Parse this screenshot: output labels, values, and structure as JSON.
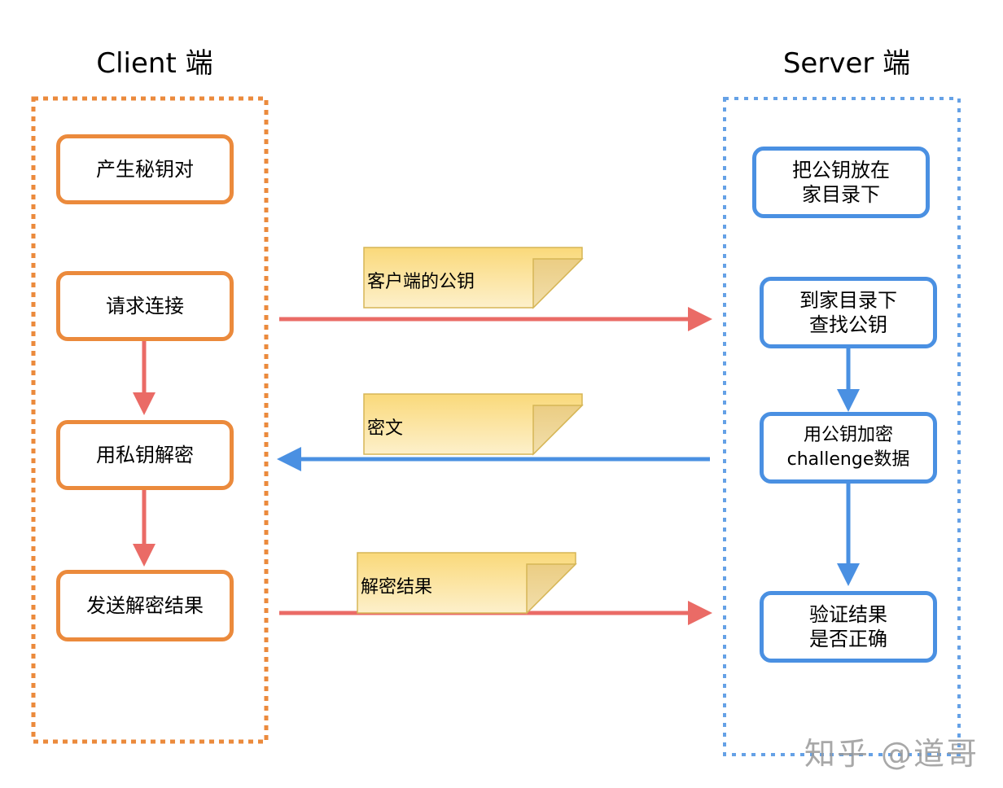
{
  "client": {
    "title": "Client 端",
    "color": "#EB8A3C",
    "nodes": [
      {
        "label": "产生秘钥对"
      },
      {
        "label": "请求连接"
      },
      {
        "label": "用私钥解密"
      },
      {
        "label": "发送解密结果"
      }
    ]
  },
  "server": {
    "title": "Server 端",
    "color": "#4A90E2",
    "nodes": [
      {
        "label": "把公钥放在\n家目录下"
      },
      {
        "label": "到家目录下\n查找公钥"
      },
      {
        "label": "用公钥加密\nchallenge数据"
      },
      {
        "label": "验证结果\n是否正确"
      }
    ]
  },
  "messages": [
    {
      "label": "客户端的公钥",
      "direction": "client-to-server",
      "color": "#EA6B66"
    },
    {
      "label": "密文",
      "direction": "server-to-client",
      "color": "#4A90E2"
    },
    {
      "label": "解密结果",
      "direction": "client-to-server",
      "color": "#EA6B66"
    }
  ],
  "watermark": "知乎 @道哥"
}
